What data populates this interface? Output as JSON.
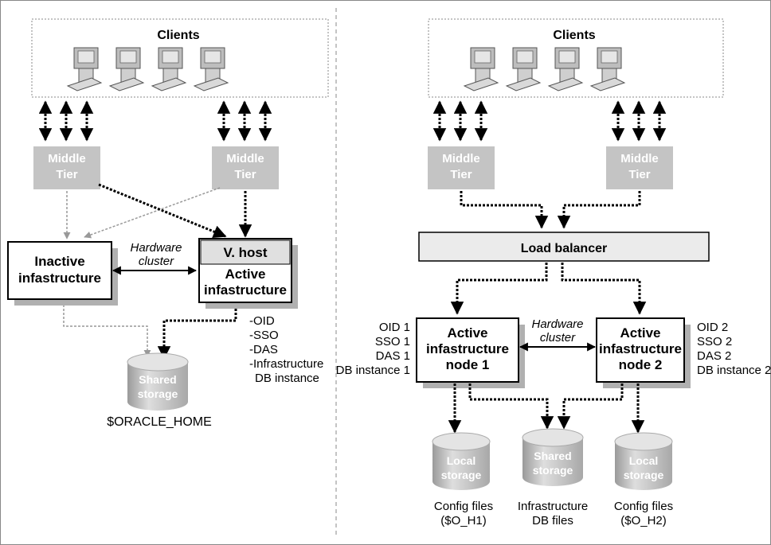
{
  "left": {
    "clients_label": "Clients",
    "middle_tier_left": [
      "Middle",
      "Tier"
    ],
    "middle_tier_right": [
      "Middle",
      "Tier"
    ],
    "hardware_cluster": [
      "Hardware",
      "cluster"
    ],
    "inactive_box": [
      "Inactive",
      "infastructure"
    ],
    "vhost_label": "V. host",
    "active_box": [
      "Active",
      "infastructure"
    ],
    "services": [
      "-OID",
      "-SSO",
      "-DAS",
      "-Infrastructure",
      "DB instance"
    ],
    "storage": [
      "Shared",
      "storage"
    ],
    "storage_caption": "$ORACLE_HOME"
  },
  "right": {
    "clients_label": "Clients",
    "middle_tier_left": [
      "Middle",
      "Tier"
    ],
    "middle_tier_right": [
      "Middle",
      "Tier"
    ],
    "load_balancer": "Load balancer",
    "hardware_cluster": [
      "Hardware",
      "cluster"
    ],
    "node1": [
      "Active",
      "infastructure",
      "node 1"
    ],
    "node2": [
      "Active",
      "infastructure",
      "node 2"
    ],
    "node1_services": [
      "OID 1",
      "SSO 1",
      "DAS 1",
      "DB instance 1"
    ],
    "node2_services": [
      "OID 2",
      "SSO 2",
      "DAS 2",
      "DB instance 2"
    ],
    "local_storage_1": [
      "Local",
      "storage"
    ],
    "shared_storage": [
      "Shared",
      "storage"
    ],
    "local_storage_2": [
      "Local",
      "storage"
    ],
    "caption_1": [
      "Config files",
      "($O_H1)"
    ],
    "caption_2": [
      "Infrastructure",
      "DB files"
    ],
    "caption_3": [
      "Config files",
      "($O_H2)"
    ]
  },
  "colors": {
    "tier_fill": "#c4c4c4",
    "tier_text": "#ffffff",
    "box_border": "#000000",
    "shadow": "#b0b0b0",
    "storage_fill": "#cfcfcf",
    "lb_fill": "#ebebeb",
    "divider": "#888888"
  },
  "icons": [
    "computer-icon",
    "shared-storage-icon",
    "local-storage-icon"
  ]
}
